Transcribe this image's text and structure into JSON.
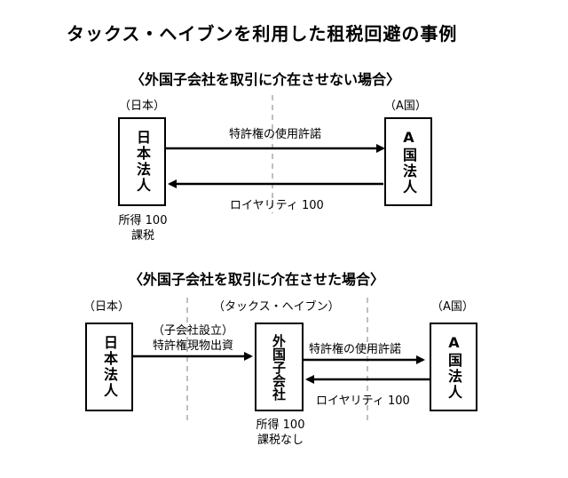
{
  "title": "タックス・ヘイブンを利用した租税回避の事例",
  "case1": {
    "heading": "〈外国子会社を取引に介在させない場合〉",
    "left_country": "（日本）",
    "right_country": "（A国）",
    "left_entity": "日本法人",
    "right_entity": "A国法人",
    "arrow_top_label": "特許権の使用許諾",
    "arrow_bottom_label": "ロイヤリティ 100",
    "note_line1": "所得 100",
    "note_line2": "課税"
  },
  "case2": {
    "heading": "〈外国子会社を取引に介在させた場合〉",
    "left_country": "（日本）",
    "middle_country": "（タックス・ヘイブン）",
    "right_country": "（A国）",
    "left_entity": "日本法人",
    "middle_entity": "外国子会社",
    "right_entity": "A国法人",
    "left_arrow_label_line1": "（子会社設立）",
    "left_arrow_label_line2": "特許権現物出資",
    "arrow_top_label": "特許権の使用許諾",
    "arrow_bottom_label": "ロイヤリティ 100",
    "note_line1": "所得 100",
    "note_line2": "課税なし"
  }
}
